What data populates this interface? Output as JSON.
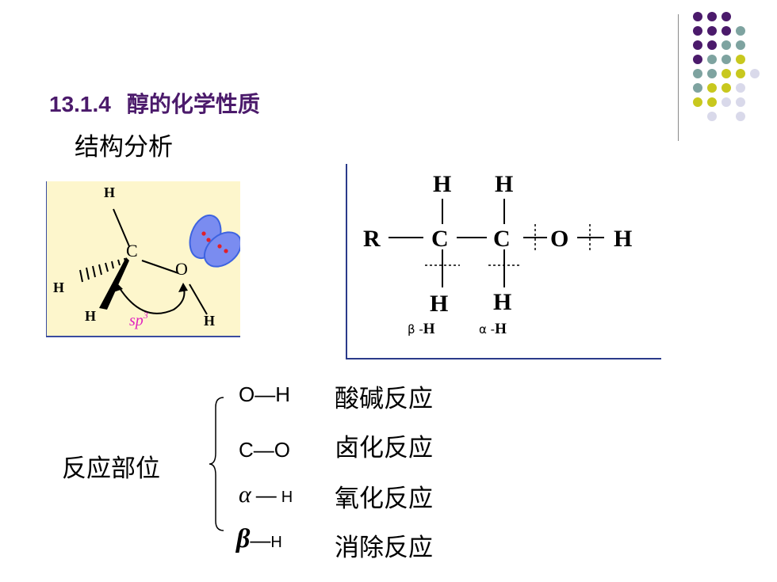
{
  "title": {
    "number": "13.1.4",
    "text": "醇的化学性质"
  },
  "subtitle": "结构分析",
  "molecule_image": {
    "atoms": {
      "h_top": "H",
      "c": "C",
      "o": "O",
      "h_left": "H",
      "h_bottom": "H",
      "h_o": "H"
    },
    "hybrid_label": "sp",
    "hybrid_sup": "3"
  },
  "formula": {
    "r": "R",
    "c1": "C",
    "c2": "C",
    "o": "O",
    "h_end": "H",
    "h_top1": "H",
    "h_top2": "H",
    "h_bot1": "H",
    "h_bot2": "H",
    "beta_label": "β -",
    "beta_h": "H",
    "alpha_label": "α -",
    "alpha_h": "H"
  },
  "reaction_sites": {
    "label": "反应部位",
    "rows": [
      {
        "bond_left": "O",
        "bond_right": "H",
        "name": "酸碱反应"
      },
      {
        "bond_left": "C",
        "bond_right": "O",
        "name": "卤化反应"
      },
      {
        "bond_left": "α",
        "bond_right": "H",
        "name": "氧化反应"
      },
      {
        "bond_left": "β",
        "bond_right": "H",
        "name": "消除反应"
      }
    ]
  },
  "colors": {
    "title": "#4b1a6b",
    "dot_purple": "#4b1a6b",
    "dot_teal": "#7ea3a0",
    "dot_yellow": "#c8c81e",
    "dot_lavender": "#d9d9ea",
    "frame_blue": "#2a3a8a",
    "image_bg": "#fdf6cc",
    "orbital": "#3d63e0",
    "hybrid_text": "#e020c0"
  }
}
